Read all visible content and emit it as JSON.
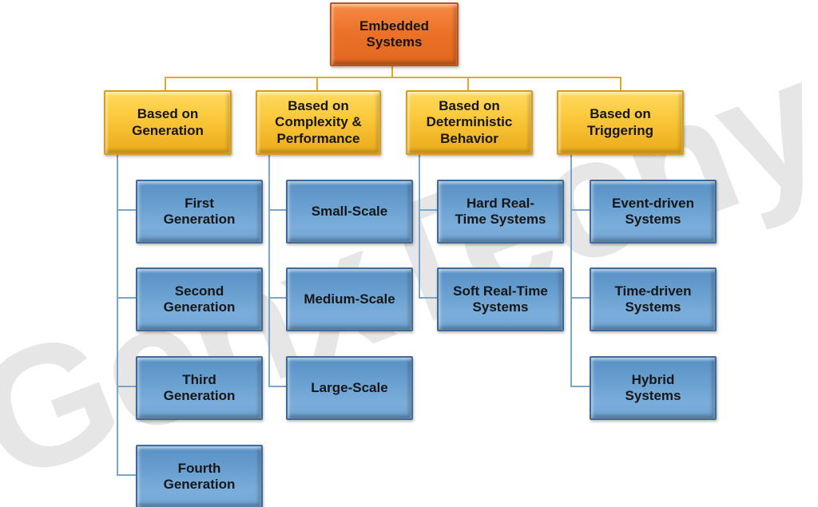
{
  "watermark": "GenxTechy",
  "root": {
    "label": "Embedded Systems"
  },
  "categories": [
    {
      "label": "Based on Generation",
      "children": [
        "First Generation",
        "Second Generation",
        "Third Generation",
        "Fourth Generation"
      ]
    },
    {
      "label": "Based on Complexity & Performance",
      "children": [
        "Small-Scale",
        "Medium-Scale",
        "Large-Scale"
      ]
    },
    {
      "label": "Based on Deterministic Behavior",
      "children": [
        "Hard Real-Time Systems",
        "Soft Real-Time Systems"
      ]
    },
    {
      "label": "Based on Triggering",
      "children": [
        "Event-driven Systems",
        "Time-driven Systems",
        "Hybrid Systems"
      ]
    }
  ],
  "colors": {
    "root_fill": "#ec7229",
    "root_border": "#c4511f",
    "category_fill": "#f6c336",
    "category_border": "#d89e1a",
    "leaf_fill": "#6aa0d0",
    "leaf_border": "#3e6b99",
    "tree_connector": "#e2aa28",
    "column_connector": "#7ba6ca",
    "watermark_gray": "#e6e6e6"
  }
}
